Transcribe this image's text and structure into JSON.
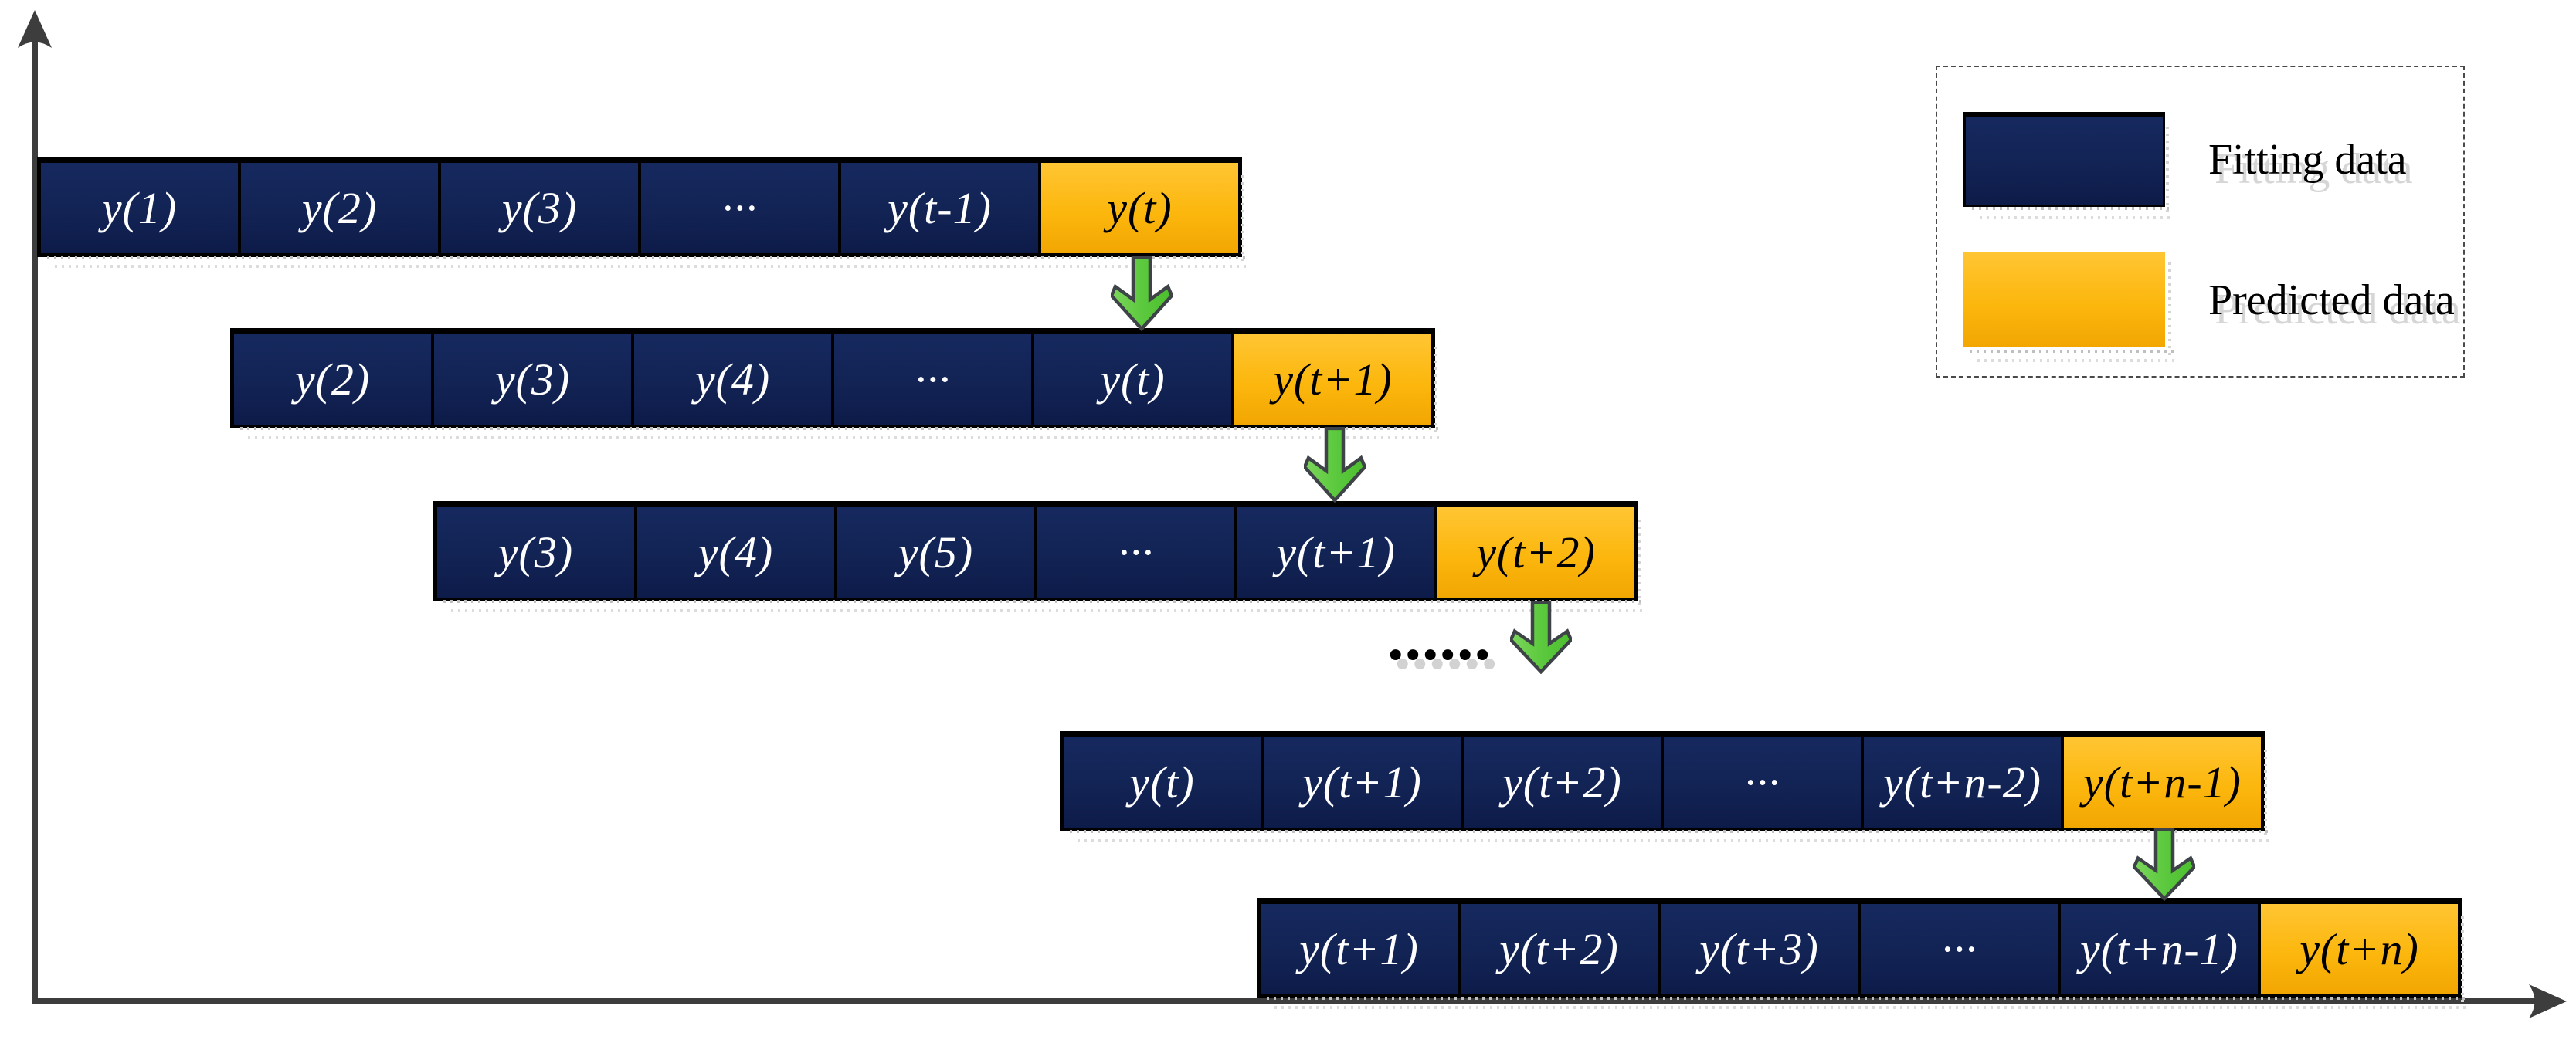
{
  "figure": {
    "description": "Rolling-window time-series prediction diagram",
    "between_rows_ellipsis": "......"
  },
  "colors": {
    "fitting_fill": "#13265c",
    "predicted_fill": "#fcb70d",
    "arrow_fill": "#5cc93e",
    "arrow_outline": "#3e4347",
    "axis": "#3d3d3d",
    "text_on_fitting": "#ffffff",
    "text_on_predicted": "#000000",
    "ghost_shadow": "#d6d6d6"
  },
  "rows": [
    {
      "cells": [
        {
          "label": "y(1)",
          "kind": "fitting"
        },
        {
          "label": "y(2)",
          "kind": "fitting"
        },
        {
          "label": "y(3)",
          "kind": "fitting"
        },
        {
          "label": "···",
          "kind": "fitting"
        },
        {
          "label": "y(t-1)",
          "kind": "fitting"
        },
        {
          "label": "y(t)",
          "kind": "predicted"
        }
      ]
    },
    {
      "cells": [
        {
          "label": "y(2)",
          "kind": "fitting"
        },
        {
          "label": "y(3)",
          "kind": "fitting"
        },
        {
          "label": "y(4)",
          "kind": "fitting"
        },
        {
          "label": "···",
          "kind": "fitting"
        },
        {
          "label": "y(t)",
          "kind": "fitting"
        },
        {
          "label": "y(t+1)",
          "kind": "predicted"
        }
      ]
    },
    {
      "cells": [
        {
          "label": "y(3)",
          "kind": "fitting"
        },
        {
          "label": "y(4)",
          "kind": "fitting"
        },
        {
          "label": "y(5)",
          "kind": "fitting"
        },
        {
          "label": "···",
          "kind": "fitting"
        },
        {
          "label": "y(t+1)",
          "kind": "fitting"
        },
        {
          "label": "y(t+2)",
          "kind": "predicted"
        }
      ]
    },
    {
      "cells": [
        {
          "label": "y(t)",
          "kind": "fitting"
        },
        {
          "label": "y(t+1)",
          "kind": "fitting"
        },
        {
          "label": "y(t+2)",
          "kind": "fitting"
        },
        {
          "label": "···",
          "kind": "fitting"
        },
        {
          "label": "y(t+n-2)",
          "kind": "fitting"
        },
        {
          "label": "y(t+n-1)",
          "kind": "predicted"
        }
      ]
    },
    {
      "cells": [
        {
          "label": "y(t+1)",
          "kind": "fitting"
        },
        {
          "label": "y(t+2)",
          "kind": "fitting"
        },
        {
          "label": "y(t+3)",
          "kind": "fitting"
        },
        {
          "label": "···",
          "kind": "fitting"
        },
        {
          "label": "y(t+n-1)",
          "kind": "fitting"
        },
        {
          "label": "y(t+n)",
          "kind": "predicted"
        }
      ]
    }
  ],
  "legend": {
    "items": [
      {
        "label": "Fitting data",
        "kind": "fitting"
      },
      {
        "label": "Predicted data",
        "kind": "predicted"
      }
    ]
  }
}
